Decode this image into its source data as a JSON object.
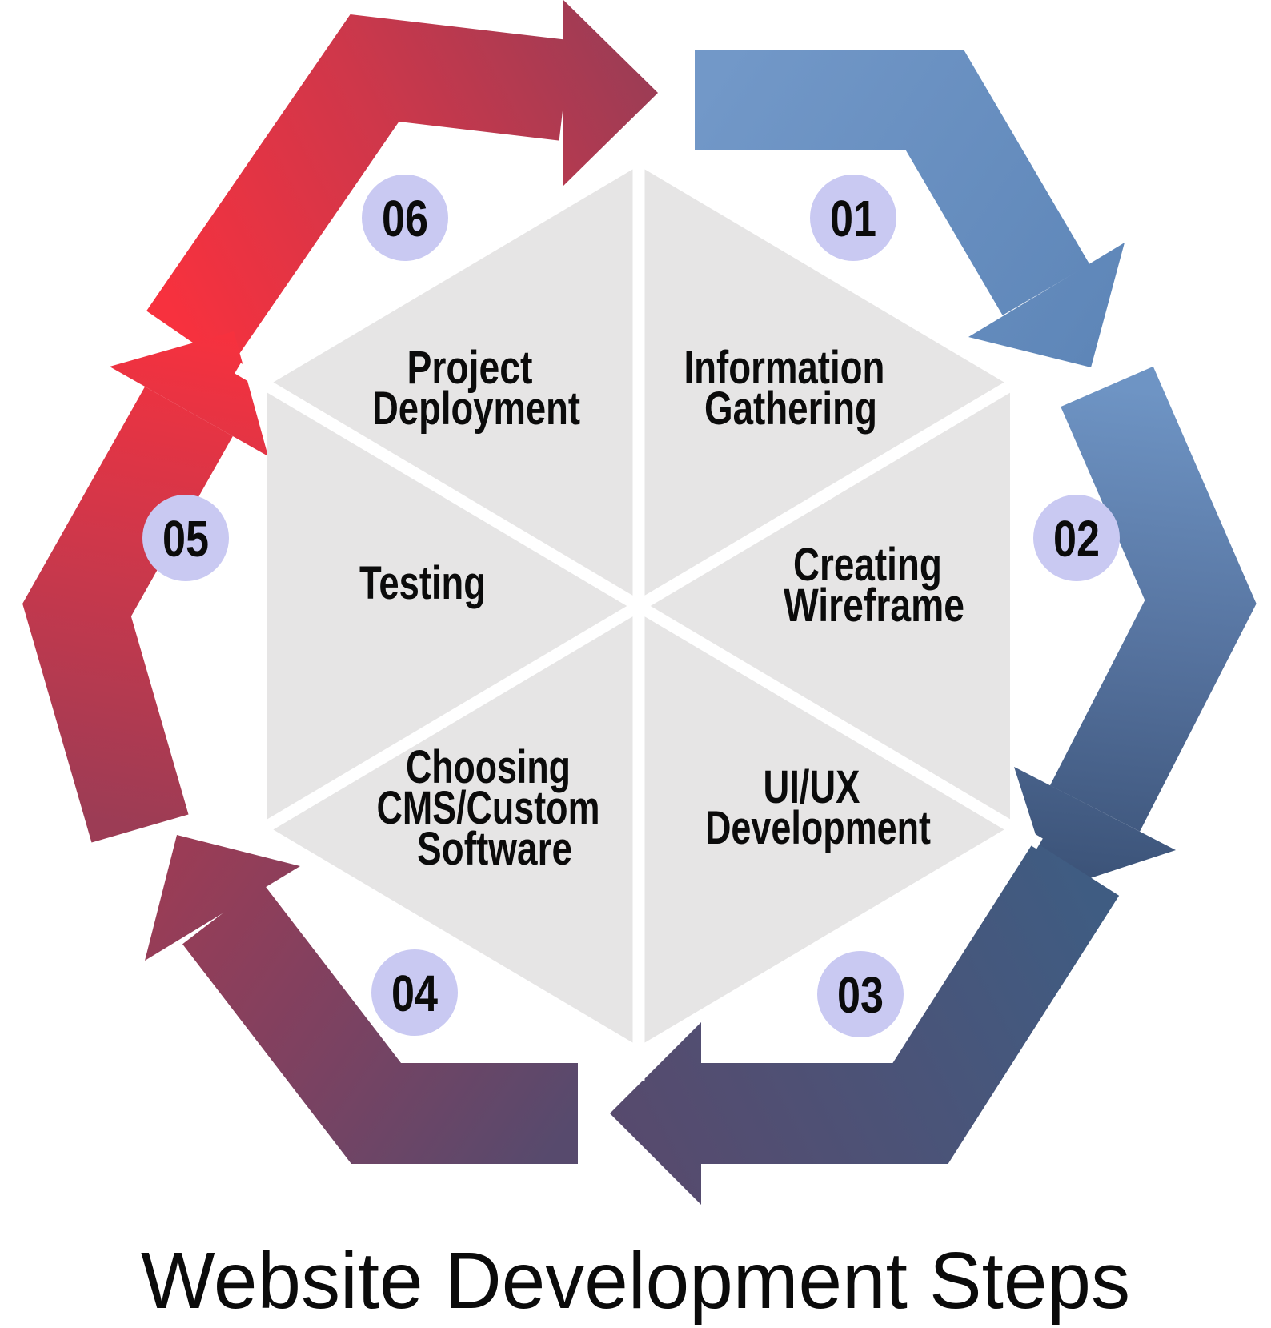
{
  "title": "Website Development Steps",
  "flow": {
    "direction": "clockwise",
    "order": [
      "01",
      "02",
      "03",
      "04",
      "05",
      "06"
    ]
  },
  "steps": [
    {
      "number": "01",
      "label": "Information Gathering",
      "lines": [
        "Information",
        "Gathering"
      ]
    },
    {
      "number": "02",
      "label": "Creating Wireframe",
      "lines": [
        "Creating",
        "Wireframe"
      ]
    },
    {
      "number": "03",
      "label": "UI/UX Development",
      "lines": [
        "UI/UX",
        "Development"
      ]
    },
    {
      "number": "04",
      "label": "Choosing CMS/Custom Software",
      "lines": [
        "Choosing",
        "CMS/Custom",
        "Software"
      ]
    },
    {
      "number": "05",
      "label": "Testing",
      "lines": [
        "Testing"
      ]
    },
    {
      "number": "06",
      "label": "Project Deployment",
      "lines": [
        "Project",
        "Deployment"
      ]
    }
  ],
  "colors": {
    "background": "#ffffff",
    "triangle_fill": "#e6e5e5",
    "gap": "#ffffff",
    "badge_fill": "#c9c9f2",
    "text": "#0b0b0b",
    "red_bright": "#f7313e",
    "red_mid": "#cf374a",
    "maroon": "#9c3c55",
    "plum_mid": "#7f4160",
    "purple_dark": "#574a6d",
    "navy_dark": "#3f5c82",
    "navy_deep": "#3a5176",
    "blue_mid_dark": "#56739f",
    "blue": "#6e94c4",
    "blue_light": "#7298c8",
    "blue_head": "#5e86b8"
  }
}
